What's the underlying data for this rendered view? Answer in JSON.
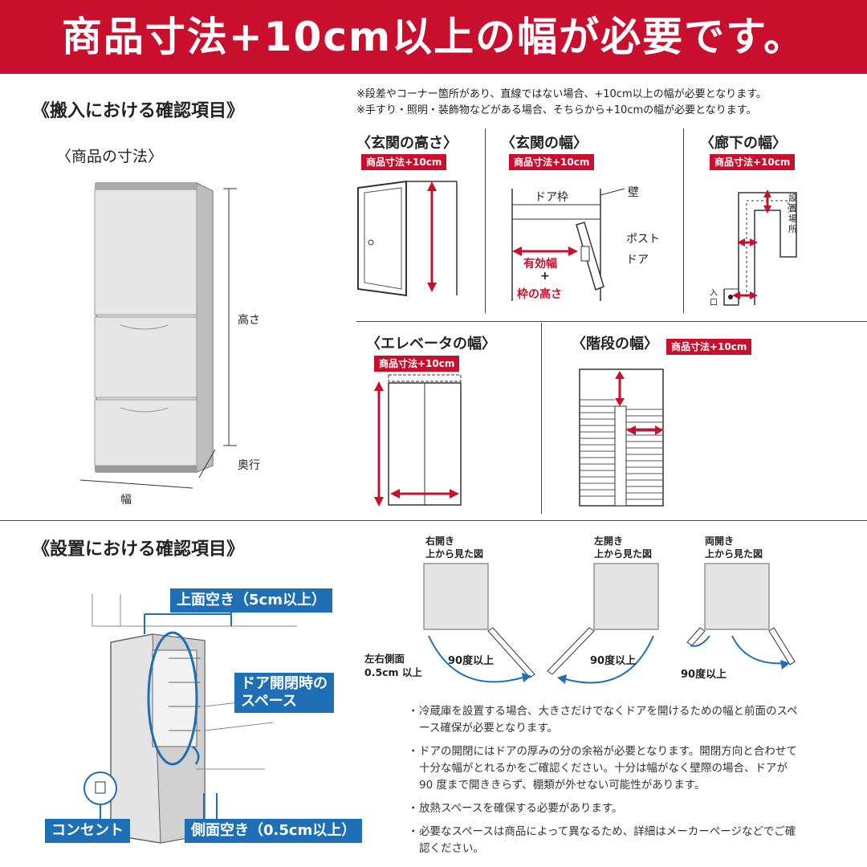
{
  "banner": {
    "title": "商品寸法+10cm以上の幅が必要です。"
  },
  "delivery": {
    "title": "《搬入における確認項目》",
    "product_dims_title": "〈商品の寸法〉",
    "dim_height": "高さ",
    "dim_depth": "奥行",
    "dim_width": "幅",
    "notes": [
      "※段差やコーナー箇所があり、直線ではない場合、+10cm以上の幅が必要となります。",
      "※手すり・照明・装飾物などがある場合、そちらから+10cmの幅が必要となります。"
    ],
    "tag": "商品寸法+10cm",
    "panels": {
      "entrance_height": {
        "title": "〈玄関の高さ〉"
      },
      "entrance_width": {
        "title": "〈玄関の幅〉",
        "door_frame": "ドア枠",
        "wall": "壁",
        "post": "ポスト",
        "door": "ドア",
        "effective_width": "有効幅",
        "plus": "+",
        "frame_height": "枠の高さ"
      },
      "hallway_width": {
        "title": "〈廊下の幅〉",
        "install_place": "設置場所",
        "entrance": "入口"
      },
      "elevator_width": {
        "title": "〈エレベータの幅〉"
      },
      "stairs_width": {
        "title": "〈階段の幅〉"
      }
    }
  },
  "installation": {
    "title": "《設置における確認項目》",
    "top_space": "上面空き（5cm以上）",
    "door_space": "ドア開閉時の\nスペース",
    "outlet": "コンセント",
    "side_space": "側面空き（0.5cm以上）",
    "side_clearance": "左右側面\n0.5cm 以上",
    "doors": [
      {
        "label": "右開き\n上から見た図",
        "angle": "90度以上"
      },
      {
        "label": "左開き\n上から見た図",
        "angle": "90度以上"
      },
      {
        "label": "両開き\n上から見た図",
        "angle": "90度以上"
      }
    ],
    "bullets": [
      "冷蔵庫を設置する場合、大きさだけでなくドアを開けるための幅と前面のスペース確保が必要となります。",
      "ドアの開閉にはドアの厚みの分の余裕が必要となります。開閉方向と合わせて十分な幅がとれるかをご確認ください。十分は幅がなく壁際の場合、ドアが 90 度まで開ききらず、棚類が外せない可能性があります。",
      "放熱スペースを確保する必要があります。",
      "必要なスペースは商品によって異なるため、詳細はメーカーページなどでご確認ください。"
    ],
    "bullet_mark": "・"
  },
  "colors": {
    "brand_red": "#c8102e",
    "accent_blue": "#1e6fb5"
  }
}
